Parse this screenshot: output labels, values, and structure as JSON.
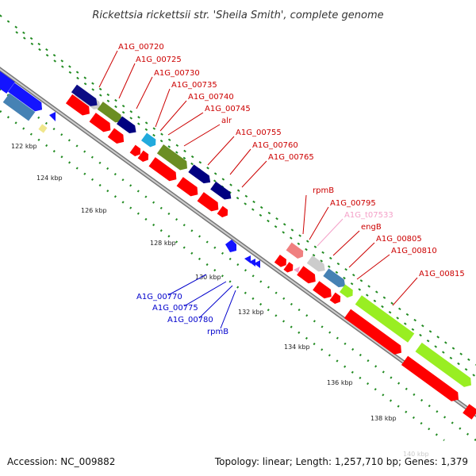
{
  "header": {
    "title": "Rickettsia rickettsii str. 'Sheila Smith', complete genome"
  },
  "footer": {
    "accession": "Accession: NC_009882",
    "summary": "Topology: linear; Length: 1,257,710 bp; Genes: 1,379"
  },
  "colors": {
    "red": "#ff0000",
    "navy": "#000080",
    "blue": "#1414ff",
    "steel": "#4682b4",
    "olive": "#6b8e23",
    "lime": "#99ee22",
    "silver": "#cccccc",
    "pink": "#f08080",
    "cyan": "#22aadd",
    "khaki": "#f0e68c",
    "backbone": "#777777",
    "ticks": "#228b22"
  },
  "ticks": [
    {
      "label": "122 kbp"
    },
    {
      "label": "124 kbp"
    },
    {
      "label": "126 kbp"
    },
    {
      "label": "128 kbp"
    },
    {
      "label": "130 kbp"
    },
    {
      "label": "132 kbp"
    },
    {
      "label": "134 kbp"
    },
    {
      "label": "136 kbp"
    },
    {
      "label": "138 kbp"
    },
    {
      "label": "140 kbp"
    }
  ],
  "forward_labels": [
    {
      "name": "A1G_00720",
      "color": "#cc0000"
    },
    {
      "name": "A1G_00725",
      "color": "#cc0000"
    },
    {
      "name": "A1G_00730",
      "color": "#cc0000"
    },
    {
      "name": "A1G_00735",
      "color": "#cc0000"
    },
    {
      "name": "A1G_00740",
      "color": "#cc0000"
    },
    {
      "name": "A1G_00745",
      "color": "#cc0000"
    },
    {
      "name": "alr",
      "color": "#cc0000"
    },
    {
      "name": "A1G_00755",
      "color": "#cc0000"
    },
    {
      "name": "A1G_00760",
      "color": "#cc0000"
    },
    {
      "name": "A1G_00765",
      "color": "#cc0000"
    },
    {
      "name": "rpmB",
      "color": "#cc0000"
    },
    {
      "name": "A1G_00795",
      "color": "#cc0000"
    },
    {
      "name": "A1G_t07533",
      "color": "#f4a0c8"
    },
    {
      "name": "engB",
      "color": "#cc0000"
    },
    {
      "name": "A1G_00805",
      "color": "#cc0000"
    },
    {
      "name": "A1G_00810",
      "color": "#cc0000"
    },
    {
      "name": "A1G_00815",
      "color": "#cc0000"
    }
  ],
  "reverse_labels": [
    {
      "name": "A1G_00770",
      "color": "#0000cc"
    },
    {
      "name": "A1G_00775",
      "color": "#0000cc"
    },
    {
      "name": "A1G_00780",
      "color": "#0000cc"
    },
    {
      "name": "rpmB",
      "color": "#0000cc"
    }
  ]
}
